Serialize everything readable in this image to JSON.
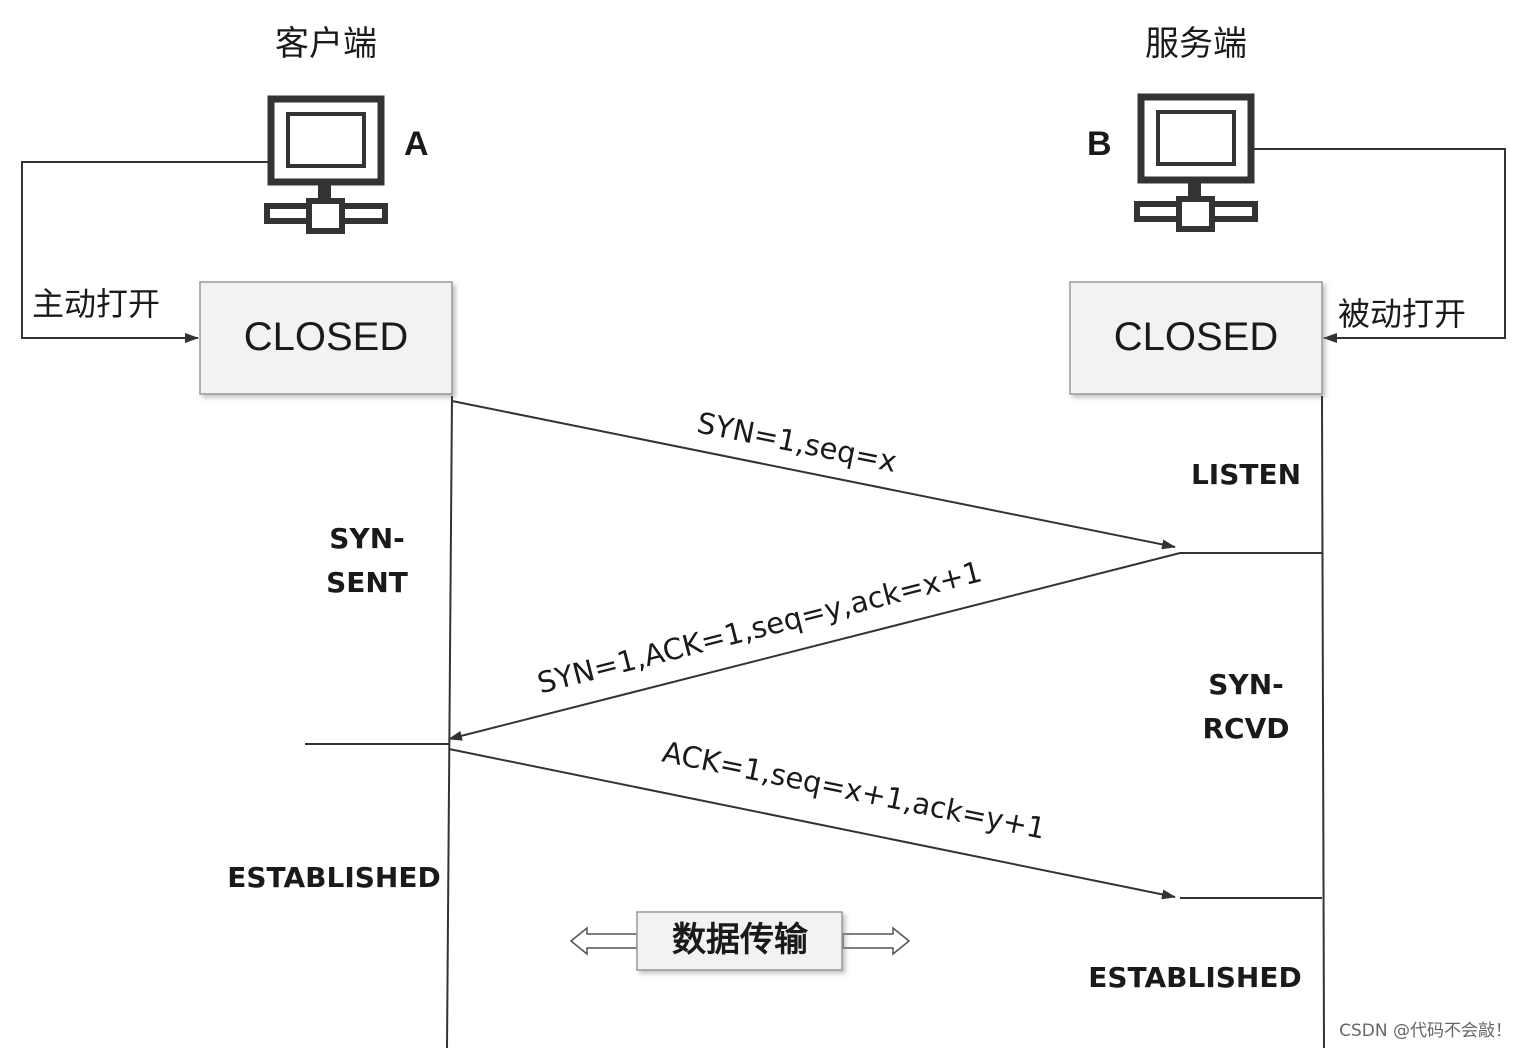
{
  "client": {
    "title": "客户端",
    "host_label": "A",
    "open_label": "主动打开",
    "state_box": "CLOSED"
  },
  "server": {
    "title": "服务端",
    "host_label": "B",
    "open_label": "被动打开",
    "state_box": "CLOSED"
  },
  "client_states": {
    "syn_sent_line1": "SYN-",
    "syn_sent_line2": "SENT",
    "established": "ESTABLISHED"
  },
  "server_states": {
    "listen": "LISTEN",
    "syn_rcvd_line1": "SYN-",
    "syn_rcvd_line2": "RCVD",
    "established": "ESTABLISHED"
  },
  "messages": {
    "first": "SYN=1,seq=x",
    "second": "SYN=1,ACK=1,seq=y,ack=x+1",
    "third": "ACK=1,seq=x+1,ack=y+1"
  },
  "data_transfer": "数据传输",
  "watermark": "CSDN @代码不会敲！",
  "colors": {
    "line": "#333333",
    "box_fill": "#f2f2f2",
    "box_stroke": "#999999",
    "computer": "#333333"
  },
  "icons": {
    "host": "computer-icon",
    "arrow": "double-arrow-icon"
  }
}
